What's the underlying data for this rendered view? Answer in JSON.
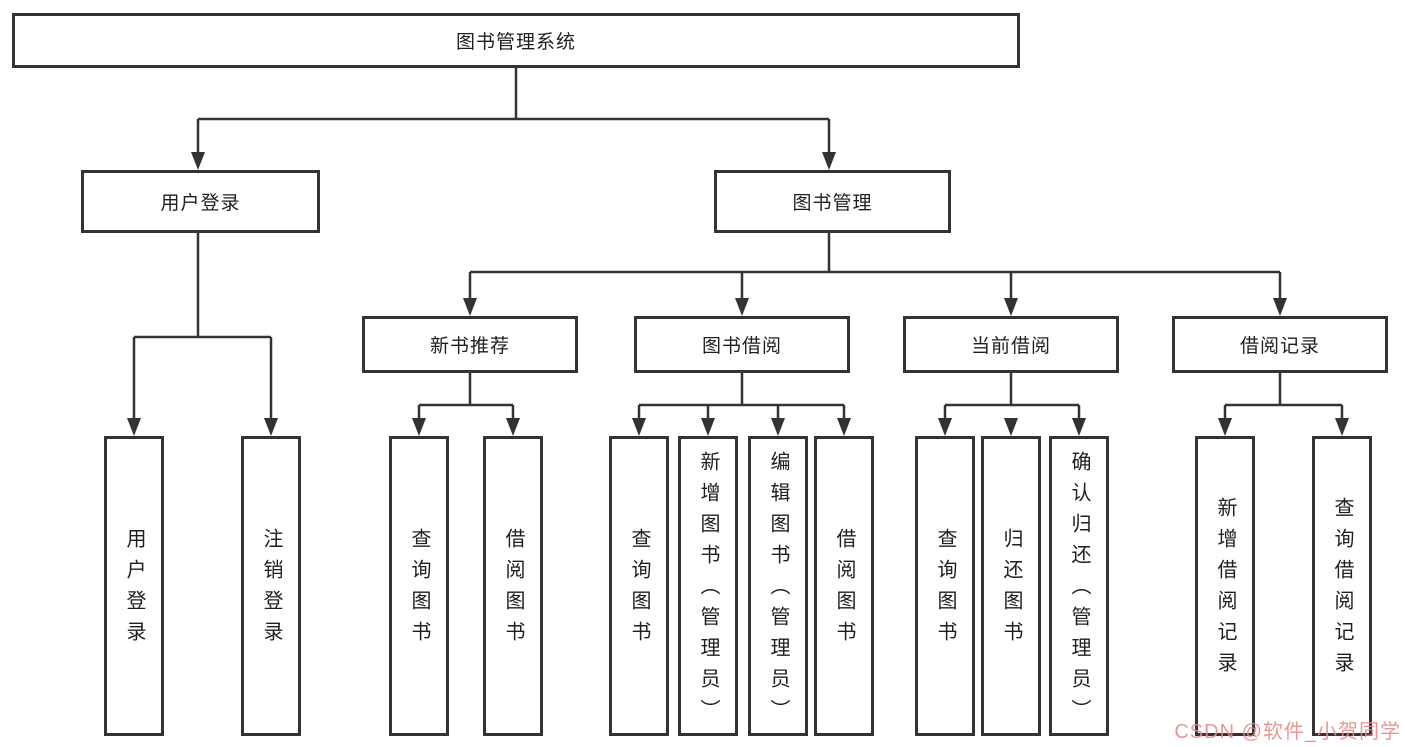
{
  "tree": {
    "root": {
      "label": "图书管理系统"
    },
    "branches": [
      {
        "label": "用户登录",
        "children": [
          {
            "label": "用户登录"
          },
          {
            "label": "注销登录"
          }
        ]
      },
      {
        "label": "图书管理",
        "children": [
          {
            "label": "新书推荐",
            "children": [
              {
                "label": "查询图书"
              },
              {
                "label": "借阅图书"
              }
            ]
          },
          {
            "label": "图书借阅",
            "children": [
              {
                "label": "查询图书"
              },
              {
                "label": "新增图书（管理员）"
              },
              {
                "label": "编辑图书（管理员）"
              },
              {
                "label": "借阅图书"
              }
            ]
          },
          {
            "label": "当前借阅",
            "children": [
              {
                "label": "查询图书"
              },
              {
                "label": "归还图书"
              },
              {
                "label": "确认归还（管理员）"
              }
            ]
          },
          {
            "label": "借阅记录",
            "children": [
              {
                "label": "新增借阅记录"
              },
              {
                "label": "查询借阅记录"
              }
            ]
          }
        ]
      }
    ]
  },
  "watermark": {
    "text": "CSDN @软件_小贺同学",
    "color": "#e78c8a"
  },
  "colors": {
    "line": "#333333",
    "box_border": "#333333",
    "text": "#1f1f1f",
    "background": "#ffffff"
  }
}
